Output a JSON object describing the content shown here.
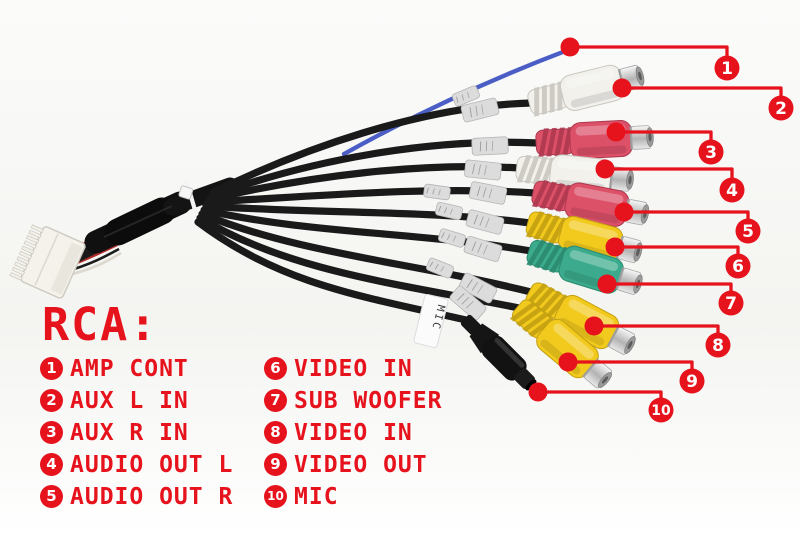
{
  "title": "RCA:",
  "legend_left": [
    {
      "num": "1",
      "label": "AMP CONT"
    },
    {
      "num": "2",
      "label": "AUX L IN"
    },
    {
      "num": "3",
      "label": "AUX R IN"
    },
    {
      "num": "4",
      "label": "AUDIO OUT L"
    },
    {
      "num": "5",
      "label": "AUDIO OUT R"
    }
  ],
  "legend_right": [
    {
      "num": "6",
      "label": "VIDEO IN"
    },
    {
      "num": "7",
      "label": "SUB WOOFER"
    },
    {
      "num": "8",
      "label": "VIDEO IN"
    },
    {
      "num": "9",
      "label": "VIDEO OUT"
    },
    {
      "num": "10",
      "label": "MIC"
    }
  ],
  "callouts": [
    {
      "num": "1"
    },
    {
      "num": "2"
    },
    {
      "num": "3"
    },
    {
      "num": "4"
    },
    {
      "num": "5"
    },
    {
      "num": "6"
    },
    {
      "num": "7"
    },
    {
      "num": "8"
    },
    {
      "num": "9"
    },
    {
      "num": "10"
    }
  ],
  "cable_tag": "MIC",
  "colors": {
    "accent": "#e6131d",
    "cable": "#1a1a1a",
    "wire-blue": "#4a5ec5",
    "rca-white": "#f2f1ec",
    "rca-white-dark": "#c9c7bf",
    "rca-pink": "#dc5068",
    "rca-pink-dark": "#ad3950",
    "rca-yellow": "#f2ca1e",
    "rca-yellow-dark": "#c3a011",
    "rca-green": "#3cab8d",
    "rca-green-dark": "#2a8a6f",
    "mic-black": "#161616",
    "label-silver": "#dcdcdc",
    "connector-ivory": "#f4f2ea"
  }
}
